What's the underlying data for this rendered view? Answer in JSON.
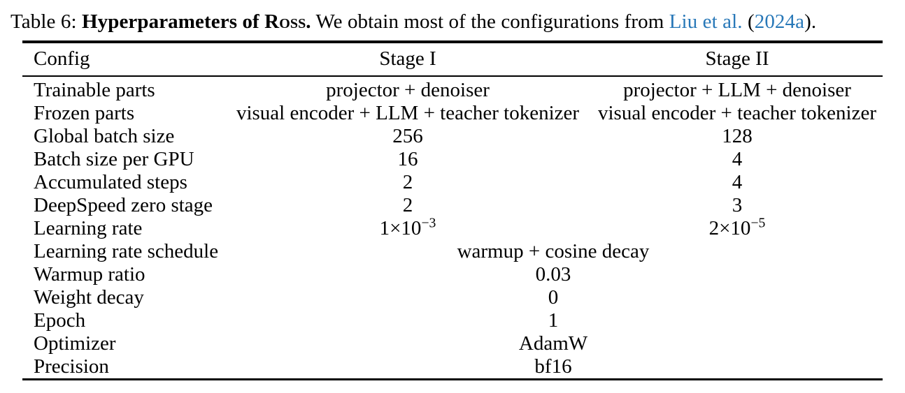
{
  "caption": {
    "prefix": "Table 6: ",
    "bold": "Hyperparameters of ",
    "smallcaps": "Ross.",
    "body": " We obtain most of the configurations from ",
    "link_author": "Liu et al.",
    "paren_open": " (",
    "link_year": "2024a",
    "paren_close": ")."
  },
  "colors": {
    "link_blue": "#2878b8",
    "text": "#000000",
    "rule": "#000000",
    "background": "#ffffff"
  },
  "table": {
    "headers": {
      "config": "Config",
      "stage1": "Stage I",
      "stage2": "Stage II"
    },
    "rows": [
      {
        "config": "Trainable parts",
        "stage1": "projector + denoiser",
        "stage2": "projector + LLM + denoiser"
      },
      {
        "config": "Frozen parts",
        "stage1": "visual encoder + LLM + teacher tokenizer",
        "stage2": "visual encoder + teacher tokenizer"
      },
      {
        "config": "Global batch size",
        "stage1": "256",
        "stage2": "128"
      },
      {
        "config": "Batch size per GPU",
        "stage1": "16",
        "stage2": "4"
      },
      {
        "config": "Accumulated steps",
        "stage1": "2",
        "stage2": "4"
      },
      {
        "config": "DeepSpeed zero stage",
        "stage1": "2",
        "stage2": "3"
      },
      {
        "config": "Learning rate",
        "stage1": {
          "base": "1×10",
          "sup": "−3"
        },
        "stage2": {
          "base": "2×10",
          "sup": "−5"
        }
      },
      {
        "config": "Learning rate schedule",
        "span": "warmup + cosine decay"
      },
      {
        "config": "Warmup ratio",
        "span": "0.03"
      },
      {
        "config": "Weight decay",
        "span": "0"
      },
      {
        "config": "Epoch",
        "span": "1"
      },
      {
        "config": "Optimizer",
        "span": "AdamW"
      },
      {
        "config": "Precision",
        "span": "bf16"
      }
    ]
  }
}
